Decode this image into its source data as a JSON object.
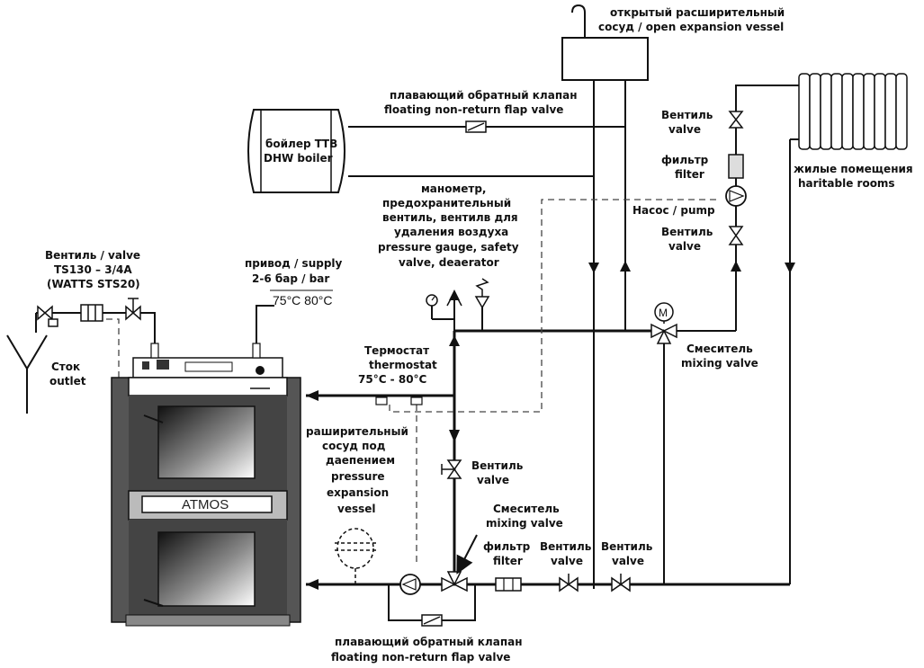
{
  "labels": {
    "expansion_vessel": [
      "открытый расширительный",
      "сосуд / open expansion vessel"
    ],
    "flap_valve_top": [
      "плавающий обратный клапан",
      "floating non-return flap valve"
    ],
    "dhw_boiler": [
      "бойлер ТТВ",
      "DHW boiler"
    ],
    "valve_right_top": [
      "Вентиль",
      "valve"
    ],
    "filter_right": [
      "фильтр",
      "filter"
    ],
    "pump": "Насос / pump",
    "valve_right_bottom": [
      "Вентиль",
      "valve"
    ],
    "living_rooms": [
      "жилые помещения",
      "haritable rooms"
    ],
    "manometer": [
      "манометр,",
      "предохранительный",
      "вентиль, вентилв для",
      "удаления воздуха",
      "pressure gauge, safety",
      "valve, deaerator"
    ],
    "valve_ts130": [
      "Вентиль / valve",
      "TS130 – 3/4A",
      "(WATTS STS20)"
    ],
    "supply": [
      "привод / supply",
      "2-6 бар / bar"
    ],
    "temps": "75°C   80°C",
    "outlet": [
      "Сток",
      "outlet"
    ],
    "thermostat": [
      "Термостат",
      "thermostat",
      "75°C - 80°C"
    ],
    "mixing_valve_right": [
      "Смеситель",
      "mixing valve"
    ],
    "pressure_vessel": [
      "раширительный",
      "сосуд под",
      "даепением",
      "pressure",
      "expansion",
      "vessel"
    ],
    "valve_mid": [
      "Вентиль",
      "valve"
    ],
    "mixing_valve_bottom": [
      "Смеситель",
      "mixing valve"
    ],
    "filter_bottom": [
      "фильтр",
      "filter"
    ],
    "valve_bottom_1": [
      "Вентиль",
      "valve"
    ],
    "valve_bottom_2": [
      "Вентиль",
      "valve"
    ],
    "flap_valve_bottom": [
      "плавающий обратный клапан",
      "floating non-return flap valve"
    ],
    "boiler_brand": "ATMOS",
    "motor_symbol": "M"
  }
}
